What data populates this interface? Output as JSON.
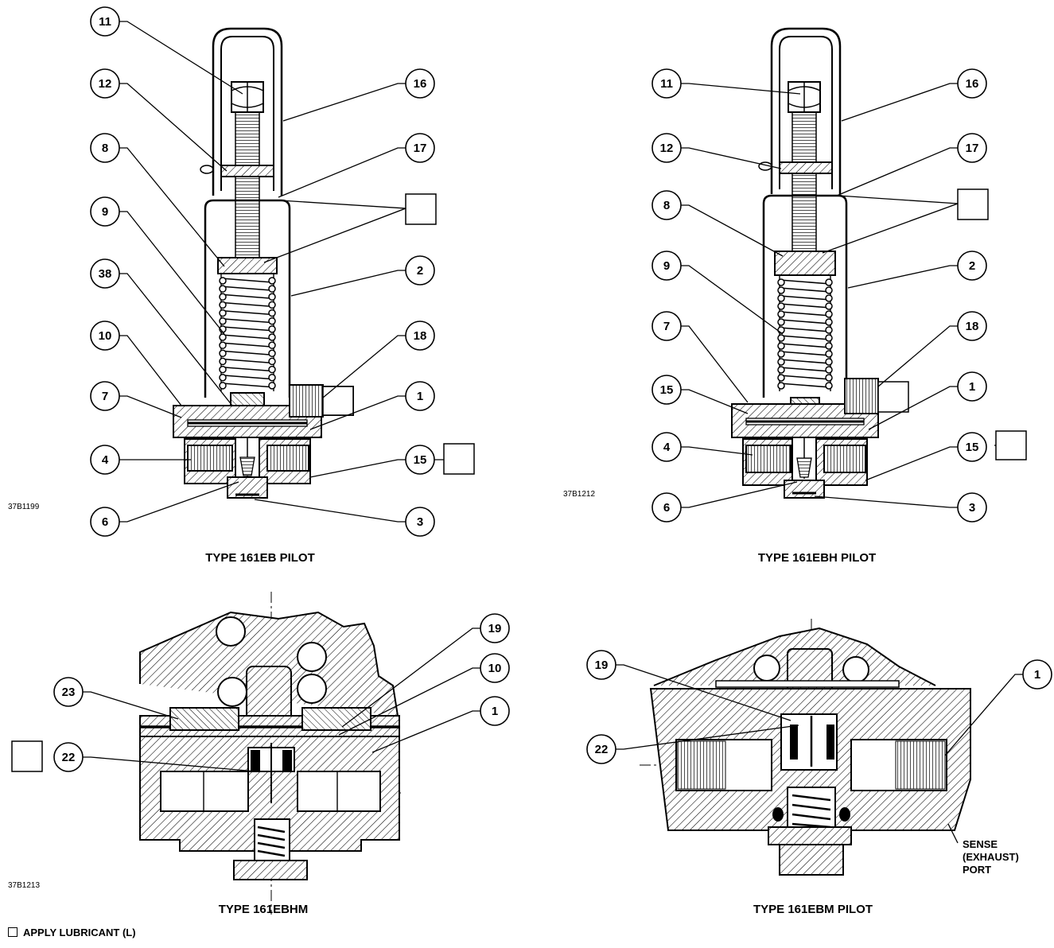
{
  "views": [
    {
      "title": "TYPE 161EB PILOT",
      "drawing_number": "37B1199"
    },
    {
      "title": "TYPE 161EBH PILOT",
      "drawing_number": "37B1212"
    },
    {
      "title": "TYPE 161EBHM",
      "drawing_number": "37B1213"
    },
    {
      "title": "TYPE 161EBM PILOT",
      "drawing_number": ""
    }
  ],
  "callouts": {
    "v1": [
      "11",
      "12",
      "8",
      "9",
      "38",
      "10",
      "7",
      "4",
      "6",
      "16",
      "17",
      "2",
      "18",
      "1",
      "15",
      "3"
    ],
    "v2": [
      "11",
      "12",
      "8",
      "9",
      "7",
      "15",
      "4",
      "6",
      "16",
      "17",
      "2",
      "18",
      "1",
      "15",
      "3"
    ],
    "v3": [
      "23",
      "22",
      "19",
      "10",
      "1"
    ],
    "v4": [
      "19",
      "22",
      "1"
    ]
  },
  "sense_port": [
    "SENSE",
    "(EXHAUST)",
    "PORT"
  ],
  "legend": {
    "text": "APPLY LUBRICANT (L)"
  }
}
